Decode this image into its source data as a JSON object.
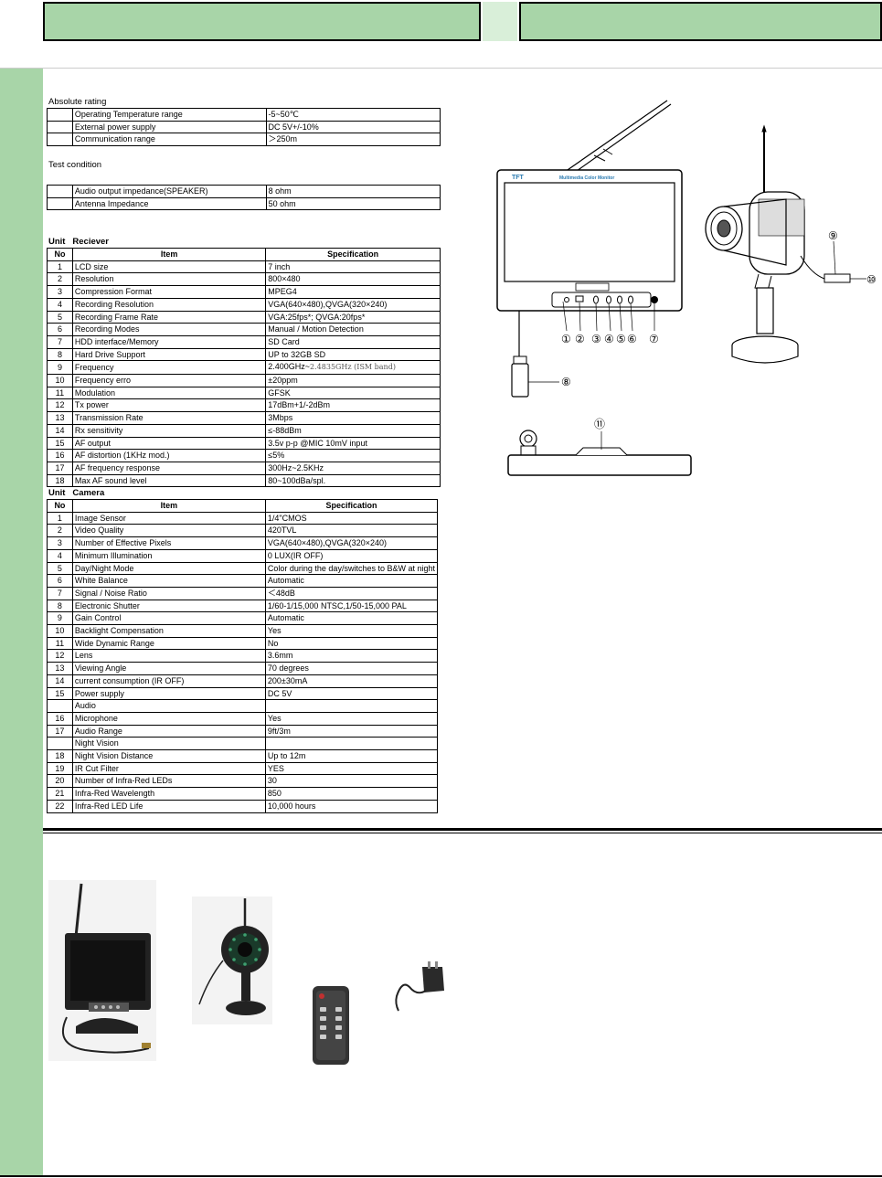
{
  "absolute_rating": {
    "title": "Absolute rating",
    "rows": [
      {
        "item": "Operating Temperature range",
        "spec": "-5~50℃"
      },
      {
        "item": "External power supply",
        "spec": "DC 5V+/-10%"
      },
      {
        "item": "Communication range",
        "spec": "＞250m"
      }
    ]
  },
  "test_condition": {
    "title": "Test condition",
    "rows": [
      {
        "item": "Audio output impedance(SPEAKER)",
        "spec": "8 ohm"
      },
      {
        "item": "Antenna Impedance",
        "spec": "50 ohm"
      }
    ]
  },
  "receiver": {
    "unit_label": "Unit",
    "unit_name": "Reciever",
    "headers": {
      "no": "No",
      "item": "Item",
      "spec": "Specification"
    },
    "rows": [
      {
        "no": "1",
        "item": "LCD size",
        "spec": "7 inch"
      },
      {
        "no": "2",
        "item": "Resolution",
        "spec": "800×480"
      },
      {
        "no": "3",
        "item": "Compression Format",
        "spec": "MPEG4"
      },
      {
        "no": "4",
        "item": "Recording Resolution",
        "spec": "VGA(640×480),QVGA(320×240)"
      },
      {
        "no": "5",
        "item": "Recording Frame Rate",
        "spec": "VGA:25fps*; QVGA:20fps*"
      },
      {
        "no": "6",
        "item": "Recording Modes",
        "spec": "Manual / Motion Detection"
      },
      {
        "no": "7",
        "item": "HDD interface/Memory",
        "spec": "SD Card"
      },
      {
        "no": "8",
        "item": "Hard Drive Support",
        "spec": "UP to 32GB SD"
      },
      {
        "no": "9",
        "item": "Frequency",
        "spec": "2.400GHz~",
        "spec_extra": "2.4835GHz (ISM band)"
      },
      {
        "no": "10",
        "item": "Frequency erro",
        "spec": "±20ppm"
      },
      {
        "no": "11",
        "item": "Modulation",
        "spec": "GFSK"
      },
      {
        "no": "12",
        "item": "Tx power",
        "spec": "17dBm+1/-2dBm"
      },
      {
        "no": "13",
        "item": "Transmission Rate",
        "spec": "3Mbps"
      },
      {
        "no": "14",
        "item": "Rx sensitivity",
        "spec": "≤-88dBm"
      },
      {
        "no": "15",
        "item": "AF output",
        "spec": "3.5v p-p    @MIC 10mV input"
      },
      {
        "no": "16",
        "item": "AF distortion (1KHz mod.)",
        "spec": "≤5%"
      },
      {
        "no": "17",
        "item": "AF frequency response",
        "spec": "300Hz~2.5KHz"
      },
      {
        "no": "18",
        "item": "Max AF sound level",
        "spec": "80~100dBa/spl."
      }
    ]
  },
  "camera": {
    "unit_label": "Unit",
    "unit_name": "Camera",
    "headers": {
      "no": "No",
      "item": "Item",
      "spec": "Specification"
    },
    "rows": [
      {
        "no": "1",
        "item": "Image Sensor",
        "spec": "1/4\"CMOS"
      },
      {
        "no": "2",
        "item": "Video Quality",
        "spec": "420TVL"
      },
      {
        "no": "3",
        "item": "Number of Effective Pixels",
        "spec": "VGA(640×480),QVGA(320×240)"
      },
      {
        "no": "4",
        "item": "Minimum Illumination",
        "spec": "0 LUX(IR OFF)"
      },
      {
        "no": "5",
        "item": "Day/Night Mode",
        "spec": "Color during the day/switches to B&W at night"
      },
      {
        "no": "6",
        "item": "White Balance",
        "spec": "Automatic"
      },
      {
        "no": "7",
        "item": "Signal / Noise Ratio",
        "spec": "＜48dB"
      },
      {
        "no": "8",
        "item": "Electronic Shutter",
        "spec": "1/60-1/15,000 NTSC,1/50-15,000 PAL"
      },
      {
        "no": "9",
        "item": "Gain Control",
        "spec": "Automatic"
      },
      {
        "no": "10",
        "item": "Backlight Compensation",
        "spec": "Yes"
      },
      {
        "no": "11",
        "item": "Wide Dynamic Range",
        "spec": "No"
      },
      {
        "no": "12",
        "item": "Lens",
        "spec": "3.6mm"
      },
      {
        "no": "13",
        "item": "Viewing Angle",
        "spec": "70 degrees"
      },
      {
        "no": "14",
        "item": "current consumption (IR OFF)",
        "spec": "200±30mA"
      },
      {
        "no": "15",
        "item": "Power supply",
        "spec": "DC 5V"
      },
      {
        "no": "",
        "item": "Audio",
        "spec": ""
      },
      {
        "no": "16",
        "item": "Microphone",
        "spec": "Yes"
      },
      {
        "no": "17",
        "item": "Audio Range",
        "spec": "9ft/3m"
      },
      {
        "no": "",
        "item": "Night Vision",
        "spec": ""
      },
      {
        "no": "18",
        "item": "Night Vision Distance",
        "spec": "Up to 12m"
      },
      {
        "no": "19",
        "item": "IR Cut Filter",
        "spec": "YES"
      },
      {
        "no": "20",
        "item": "Number of Infra-Red LEDs",
        "spec": "30"
      },
      {
        "no": "21",
        "item": "Infra-Red Wavelength",
        "spec": "850"
      },
      {
        "no": "22",
        "item": "Infra-Red LED Life",
        "spec": "10,000 hours"
      }
    ]
  },
  "diagram": {
    "monitor_brand": "TFT",
    "monitor_caption": "Multimedia Color Monitor",
    "callouts": [
      "①",
      "②",
      "③",
      "④",
      "⑤",
      "⑥",
      "⑦",
      "⑧",
      "⑨",
      "⑩",
      "⑪"
    ]
  },
  "colors": {
    "header_green": "#a8d5a8",
    "light_green": "#d9efd9"
  }
}
